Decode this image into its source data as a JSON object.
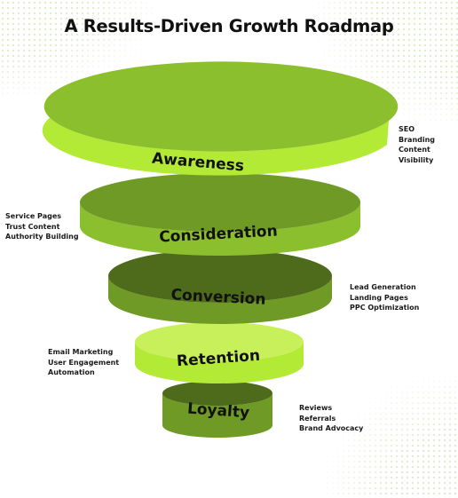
{
  "title": "A Results-Driven Growth Roadmap",
  "colors": {
    "light_green": "#b3ea35",
    "mid_green": "#8cbf2d",
    "dark_green": "#6f9a25",
    "inner_dark": "#4d6b1a"
  },
  "stages": [
    {
      "name": "Awareness",
      "notes": [
        "SEO",
        "Branding",
        "Content",
        "Visibility"
      ]
    },
    {
      "name": "Consideration",
      "notes": [
        "Service Pages",
        "Trust Content",
        "Authority Building"
      ]
    },
    {
      "name": "Conversion",
      "notes": [
        "Lead Generation",
        "Landing Pages",
        "PPC Optimization"
      ]
    },
    {
      "name": "Retention",
      "notes": [
        "Email Marketing",
        "User Engagement",
        "Automation"
      ]
    },
    {
      "name": "Loyalty",
      "notes": [
        "Reviews",
        "Referrals",
        "Brand Advocacy"
      ]
    }
  ]
}
